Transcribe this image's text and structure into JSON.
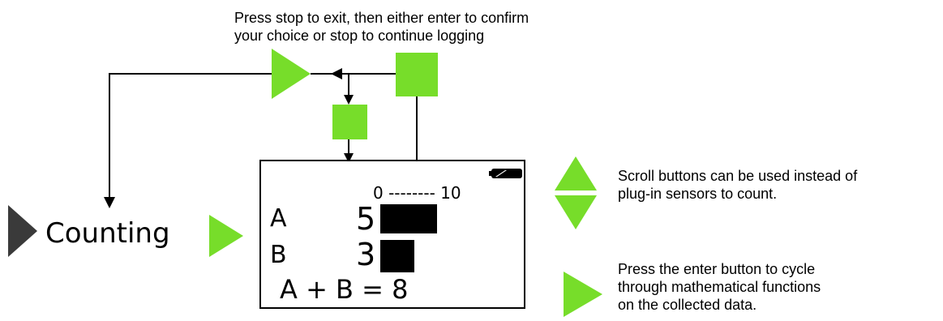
{
  "notes": {
    "stop_line1": "Press stop to exit, then either enter to confirm",
    "stop_line2": "your choice or stop to continue logging",
    "scroll_line1": "Scroll buttons can be used instead of",
    "scroll_line2": "plug-in sensors to count.",
    "enter_line1": "Press the enter button to cycle",
    "enter_line2": "through mathematical functions",
    "enter_line3": "on the collected data."
  },
  "mode": {
    "label": "Counting"
  },
  "lcd": {
    "scale_text": "0 -------- 10",
    "scale_min": 0,
    "scale_max": 10,
    "row_a": {
      "label": "A",
      "value": "5",
      "amount": 5
    },
    "row_b": {
      "label": "B",
      "value": "3",
      "amount": 3
    },
    "equation": "A + B = 8"
  },
  "colors": {
    "button_green": "#77DD2A",
    "play_dark": "#3a3a3a",
    "line": "#000000"
  }
}
